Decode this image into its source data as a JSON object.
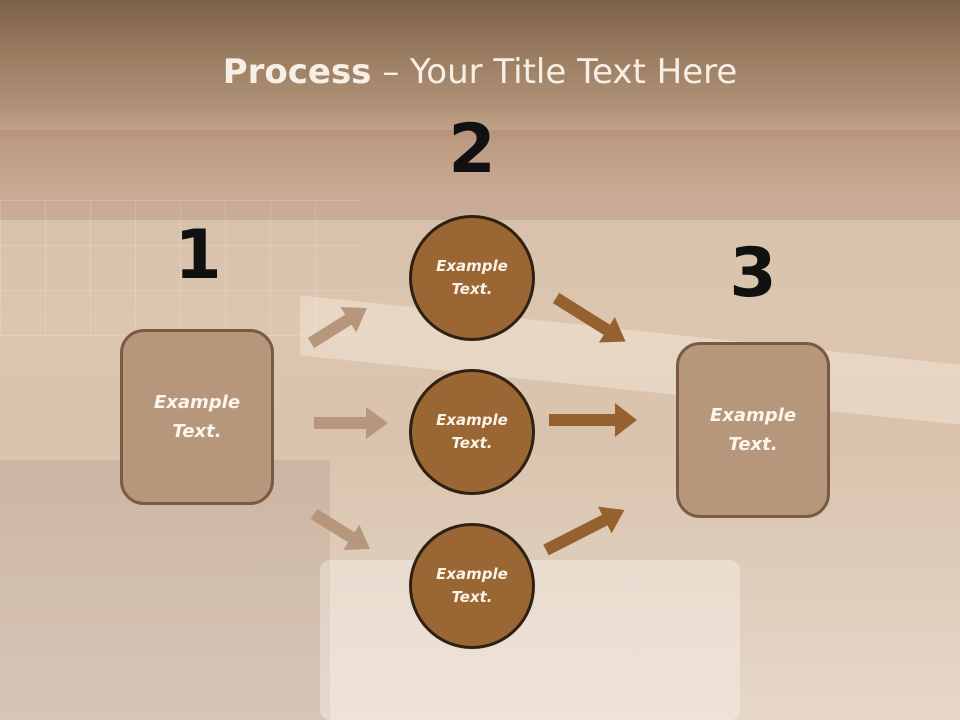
{
  "slide": {
    "title_bold": "Process",
    "title_rest": " – Your Title Text Here",
    "numbers": [
      "1",
      "2",
      "3"
    ],
    "box_left": {
      "line1": "Example",
      "line2": "Text."
    },
    "box_right": {
      "line1": "Example",
      "line2": "Text."
    },
    "circles": [
      {
        "line1": "Example",
        "line2": "Text."
      },
      {
        "line1": "Example",
        "line2": "Text."
      },
      {
        "line1": "Example",
        "line2": "Text."
      }
    ]
  },
  "colors": {
    "box_fill": "#b7977b",
    "box_border": "#7a5a43",
    "circle_fill": "#9a6633",
    "circle_border": "#2e2013",
    "arrow_light": "#b7977b",
    "arrow_dark": "#95622f",
    "title_text": "#f7efe6"
  },
  "icons": [
    "arrow-right-icon"
  ]
}
